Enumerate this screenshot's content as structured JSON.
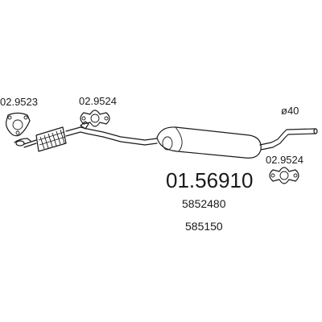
{
  "labels": {
    "gasket_left_code": "02.9523",
    "gasket_upper_code": "02.9524",
    "diameter": "ø40",
    "gasket_right_code": "02.9524",
    "part_number": "01.56910",
    "ref_1": "5852480",
    "ref_2": "585150"
  },
  "colors": {
    "line": "#1a1a1a",
    "background": "#ffffff"
  }
}
